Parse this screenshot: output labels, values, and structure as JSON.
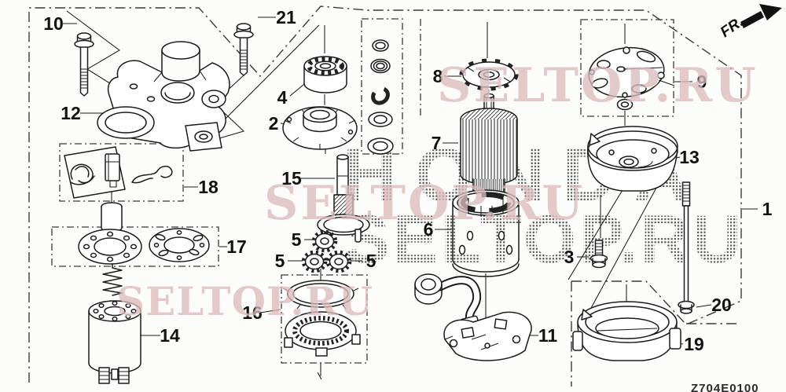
{
  "watermarks": {
    "pink_text": "SELTOP.RU",
    "pink_color": "#c79c9c",
    "halftone_line1": "HONDA",
    "halftone_line2": "SELTOP.RU"
  },
  "fr_indicator": {
    "label": "FR."
  },
  "part_code": "Z704E0100",
  "callouts": [
    {
      "label": "10",
      "part": "flange-bolt"
    },
    {
      "label": "21",
      "part": "flange-bolt"
    },
    {
      "label": "12",
      "part": "gear-case-cover"
    },
    {
      "label": "18",
      "part": "clip-set"
    },
    {
      "label": "17",
      "part": "gasket-set"
    },
    {
      "label": "14",
      "part": "solenoid-plunger"
    },
    {
      "label": "4",
      "part": "starter-pinion"
    },
    {
      "label": "2",
      "part": "overrunning-clutch"
    },
    {
      "label": "15",
      "part": "pinion-shaft"
    },
    {
      "label": "5",
      "part": "planetary-gear"
    },
    {
      "label": "5",
      "part": "planetary-gear"
    },
    {
      "label": "5",
      "part": "planetary-gear"
    },
    {
      "label": "16",
      "part": "ring-gear-set"
    },
    {
      "label": "8",
      "part": "lock-washer"
    },
    {
      "label": "7",
      "part": "armature"
    },
    {
      "label": "6",
      "part": "motor-yoke"
    },
    {
      "label": "11",
      "part": "brush-holder"
    },
    {
      "label": "9",
      "part": "end-cover-plate"
    },
    {
      "label": "13",
      "part": "rear-housing"
    },
    {
      "label": "3",
      "part": "bolt"
    },
    {
      "label": "20",
      "part": "through-bolt"
    },
    {
      "label": "19",
      "part": "rubber-cap"
    },
    {
      "label": "1",
      "part": "starter-motor-assembly"
    }
  ]
}
